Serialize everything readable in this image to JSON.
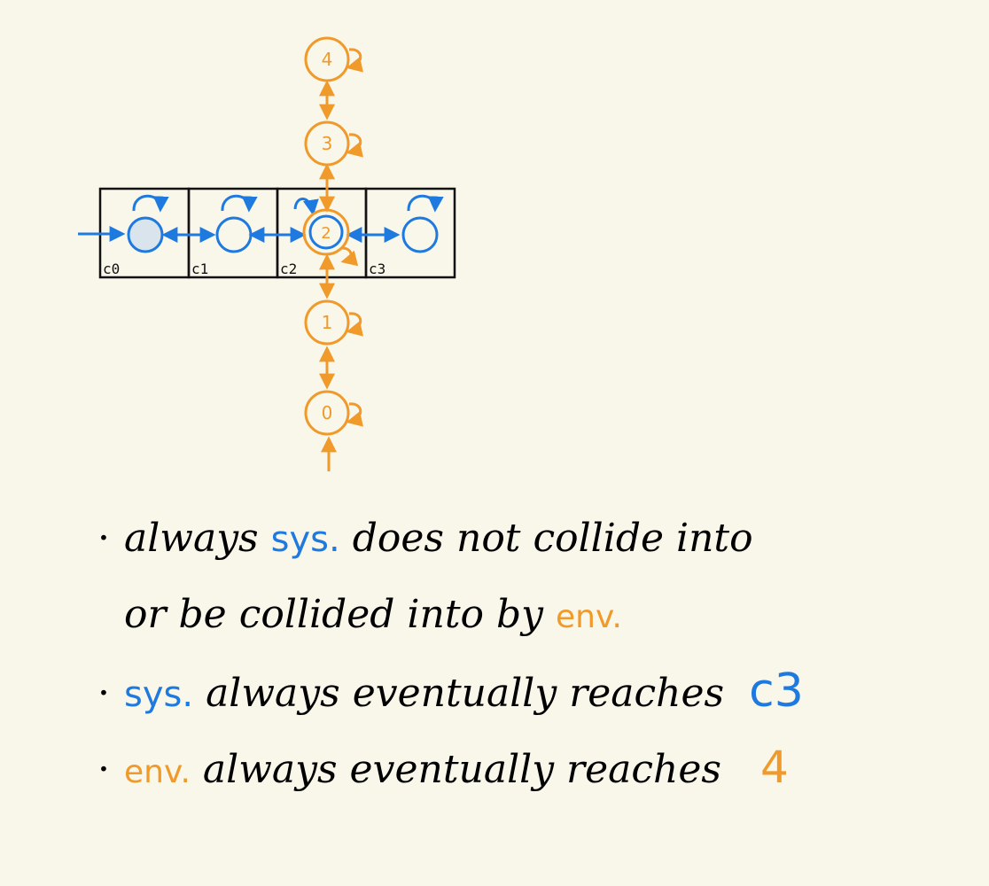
{
  "colors": {
    "background": "#f9f6ea",
    "system": "#1f7ae0",
    "environment": "#ef9a2a",
    "ink": "#111111",
    "initial_fill": "#d9e4ec"
  },
  "diagram": {
    "system_cells": [
      "c0",
      "c1",
      "c2",
      "c3"
    ],
    "env_states": [
      "0",
      "1",
      "2",
      "3",
      "4"
    ]
  },
  "spec": {
    "line1": {
      "bullet": "·",
      "pre": "always",
      "sys": "sys.",
      "post": "does not collide into"
    },
    "line2": {
      "pre": "or be collided into by",
      "env": "env."
    },
    "line3": {
      "bullet": "·",
      "sys": "sys.",
      "post": "always eventually reaches",
      "goal": "c3"
    },
    "line4": {
      "bullet": "·",
      "env": "env.",
      "post": "always eventually reaches",
      "goal": "4"
    }
  }
}
